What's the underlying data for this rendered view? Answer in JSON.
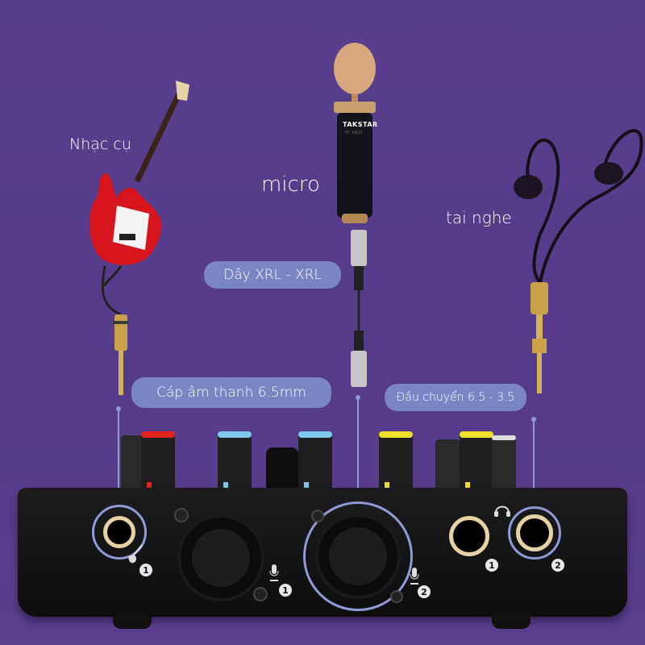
{
  "labels": {
    "instrument": "Nhạc cụ",
    "micro": "micro",
    "headphone": "tai nghe"
  },
  "callouts": {
    "xlr_cable": "Dây XRL - XRL",
    "audio_cable": "Cáp âm thanh 6.5mm",
    "adapter": "Đầu chuyển 6.5 - 3.5"
  },
  "microphone": {
    "brand": "TAKSTAR",
    "model": "PC-K820"
  },
  "ports": {
    "guitar_num": "1",
    "mic1_num": "1",
    "mic2_num": "2",
    "phones1_num": "1",
    "phones2_num": "2"
  },
  "colors": {
    "background": "#583f8c",
    "callout_fill": "#7a86c4",
    "highlight_ring": "#8f9ad6",
    "knob_red": "#e0241c",
    "knob_blue": "#7ec8ec",
    "knob_yellow": "#f2e02a"
  }
}
